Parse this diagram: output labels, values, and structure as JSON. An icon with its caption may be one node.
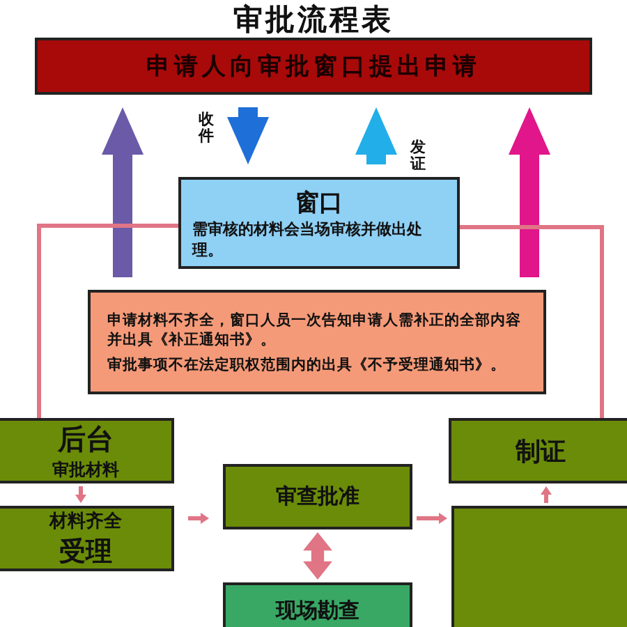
{
  "diagram": {
    "title": "审批流程表",
    "nodes": [
      {
        "text": [
          "申请人向审批窗口提出申请"
        ]
      },
      {
        "text": [
          "窗口",
          "需审核的材料会当场审核并做出处理。"
        ]
      },
      {
        "text": [
          "申请材料不齐全，窗口人员一次告知申请人需补正的全部内容并出具《补正通知书》。",
          "审批事项不在法定职权范围内的出具《不予受理通知书》。"
        ]
      },
      {
        "text": [
          "后台",
          "审批材料"
        ]
      },
      {
        "text": [
          "材料齐全",
          "受理"
        ]
      },
      {
        "text": [
          "审查批准"
        ]
      },
      {
        "text": [
          "现场勘查"
        ]
      },
      {
        "text": [
          "制证"
        ]
      },
      {
        "text": [],
        "shape": "box"
      }
    ],
    "edges": [
      {
        "from": 0,
        "to": 1,
        "arrow": "to",
        "label": "收件",
        "style": "thick",
        "color": "#1f6fd8"
      },
      {
        "from": 1,
        "to": 0,
        "arrow": "to",
        "label": "发证",
        "style": "thick",
        "color": "#22aee8"
      },
      {
        "from": 2,
        "to": 0,
        "arrow": "to",
        "style": "thick",
        "color": "#6a5aa8"
      },
      {
        "from": 2,
        "to": 0,
        "arrow": "to",
        "style": "thick",
        "color": "#e0168a"
      },
      {
        "from": 1,
        "to": 3,
        "arrow": "none"
      },
      {
        "from": 1,
        "to": 7,
        "arrow": "none"
      },
      {
        "from": 3,
        "to": 4,
        "arrow": "to"
      },
      {
        "from": 4,
        "to": 5,
        "arrow": "to"
      },
      {
        "from": 5,
        "to": 6,
        "arrow": "both",
        "style": "thick"
      },
      {
        "from": 5,
        "to": 8,
        "arrow": "to"
      },
      {
        "from": 8,
        "to": 7,
        "arrow": "to"
      }
    ]
  }
}
